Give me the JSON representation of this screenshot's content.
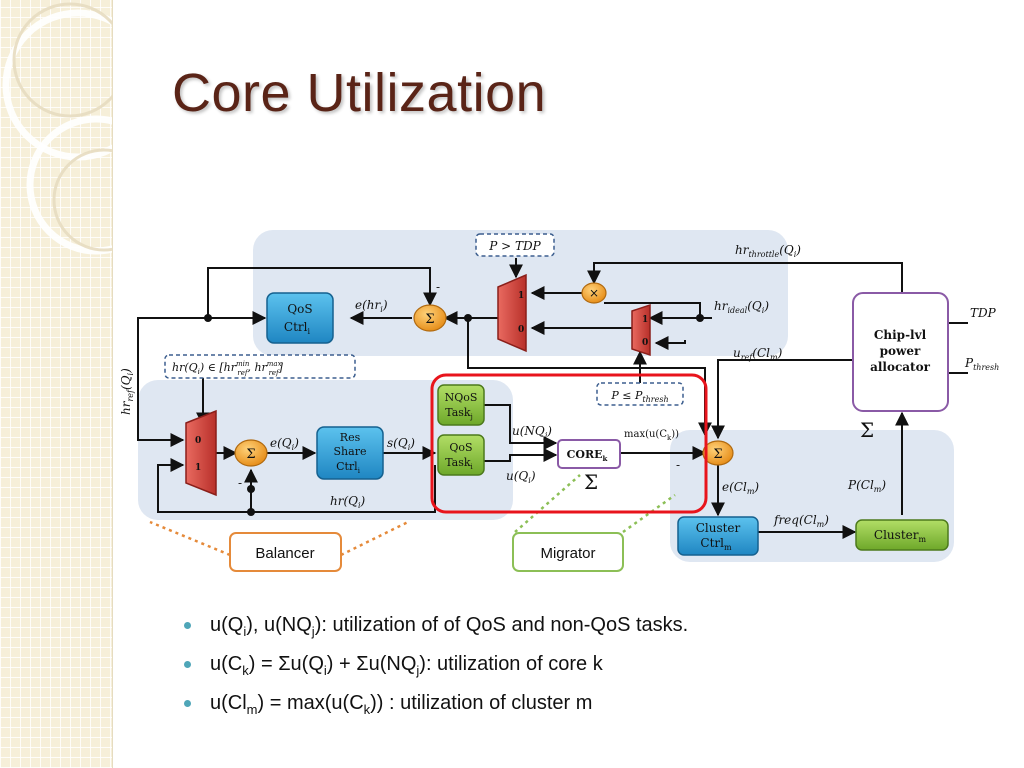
{
  "title": "Core Utilization",
  "diagram": {
    "blocks": {
      "qos_ctrl": [
        "QoS",
        "Ctrl",
        "i"
      ],
      "res_share": [
        "Res",
        "Share",
        "Ctrl",
        "i"
      ],
      "nqos_task": [
        "NQoS",
        "Task",
        "j"
      ],
      "qos_task": [
        "QoS",
        "Task",
        "i"
      ],
      "core": [
        "CORE",
        "k"
      ],
      "chip": [
        "Chip-lvl",
        "power",
        "allocator"
      ],
      "cluster_ctrl": [
        "Cluster",
        "Ctrl",
        "m"
      ],
      "cluster": [
        "Cluster",
        "m"
      ]
    },
    "labels": {
      "p_tdp": "P > TDP",
      "p_thresh": "P ≤ P",
      "p_thresh_sub": "thresh",
      "hr_throttle": "hr",
      "hr_throttle_sub": "throttle",
      "hr_throttle_arg": "(Q",
      "hr_ideal": "hr",
      "hr_ideal_sub": "ideal",
      "hr_ideal_arg": "(Q",
      "e_hr": "e(hr",
      "range": "hr(Q",
      "range_mid": ") ∈ [hr",
      "range_sup1": "min",
      "range_sub1": "ref",
      "range_comma": ", hr",
      "range_sup2": "max",
      "range_sub2": "ref",
      "range_end": "]",
      "hr_ref": "hr",
      "hr_ref_sub": "ref",
      "hr_ref_arg": "(Q",
      "e_q": "e(Q",
      "s_q": "s(Q",
      "u_nq": "u(NQ",
      "u_q": "u(Q",
      "max_u": "max(u(C",
      "u_ref": "u",
      "u_ref_sub": "ref",
      "u_ref_arg": "(Cl",
      "e_cl": "e(Cl",
      "p_cl": "P(Cl",
      "freq_cl": "freq(Cl",
      "hr_q": "hr(Q",
      "tdp": "TDP",
      "p_thresh2": "P",
      "p_thresh2_sub": "thresh",
      "sigma_core": "Σ",
      "sigma_chip": "Σ",
      "minus": "-",
      "one": "1",
      "zero": "0",
      "sum": "Σ",
      "times": "×"
    },
    "tags": {
      "balancer": "Balancer",
      "migrator": "Migrator"
    }
  },
  "bullets": [
    {
      "parts": [
        "u(Q",
        "i",
        "), u(NQ",
        "j",
        "): utilization of of QoS and non-QoS tasks."
      ]
    },
    {
      "parts": [
        "u(C",
        "k",
        ") = Σu(Q",
        "i",
        ") + Σu(NQ",
        "j",
        "): utilization of core k"
      ]
    },
    {
      "parts": [
        "u(Cl",
        "m",
        ") = max(u(C",
        "k",
        ")) : utilization of cluster m"
      ]
    }
  ],
  "colors": {
    "title": "#5a2417",
    "panel_bg": "#dfe7f2",
    "blue_block": "#2f9fd6",
    "green_block": "#8cc63f",
    "orange_sum": "#f0a02a",
    "red_mux": "#d9473f",
    "highlight": "#e8141c",
    "purple_box": "#8a5aa6",
    "balancer_border": "#e58a3a",
    "migrator_border": "#8cbf56",
    "bullet": "#4fa6b8"
  }
}
